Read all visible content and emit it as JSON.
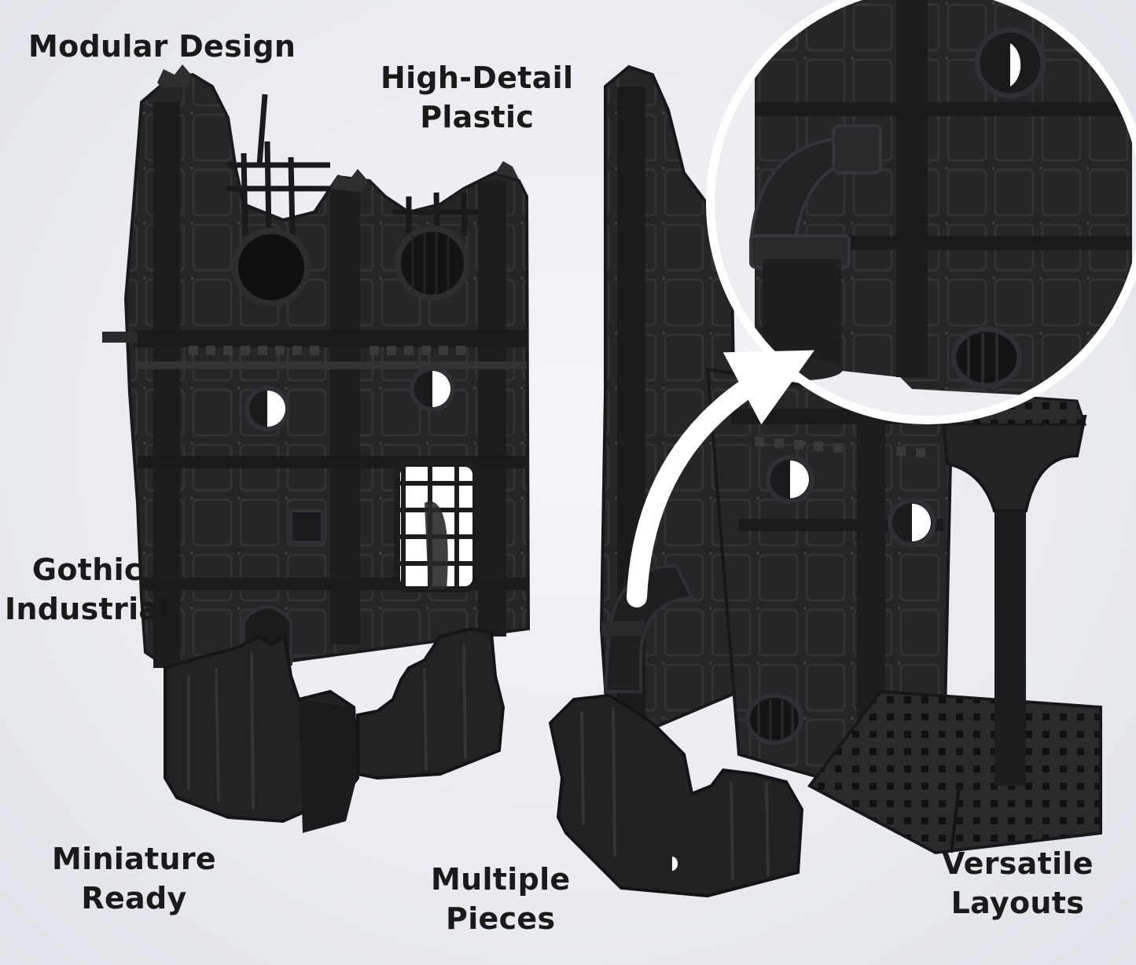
{
  "labels": {
    "modular": [
      "Modular Design"
    ],
    "high_detail": [
      "High-Detail",
      "Plastic"
    ],
    "gothic": [
      "Gothic",
      "Industrial"
    ],
    "miniature": [
      "Miniature",
      "Ready"
    ],
    "multiple": [
      "Multiple",
      "Pieces"
    ],
    "versatile": [
      "Versatile",
      "Layouts"
    ]
  },
  "colors": {
    "terrain": "#262628",
    "terrain_dark": "#141416",
    "terrain_edge": "#3a3a3d",
    "window_light": "#f1f1f1",
    "background": "#eceef2",
    "label_text": "#1a1a1a"
  }
}
